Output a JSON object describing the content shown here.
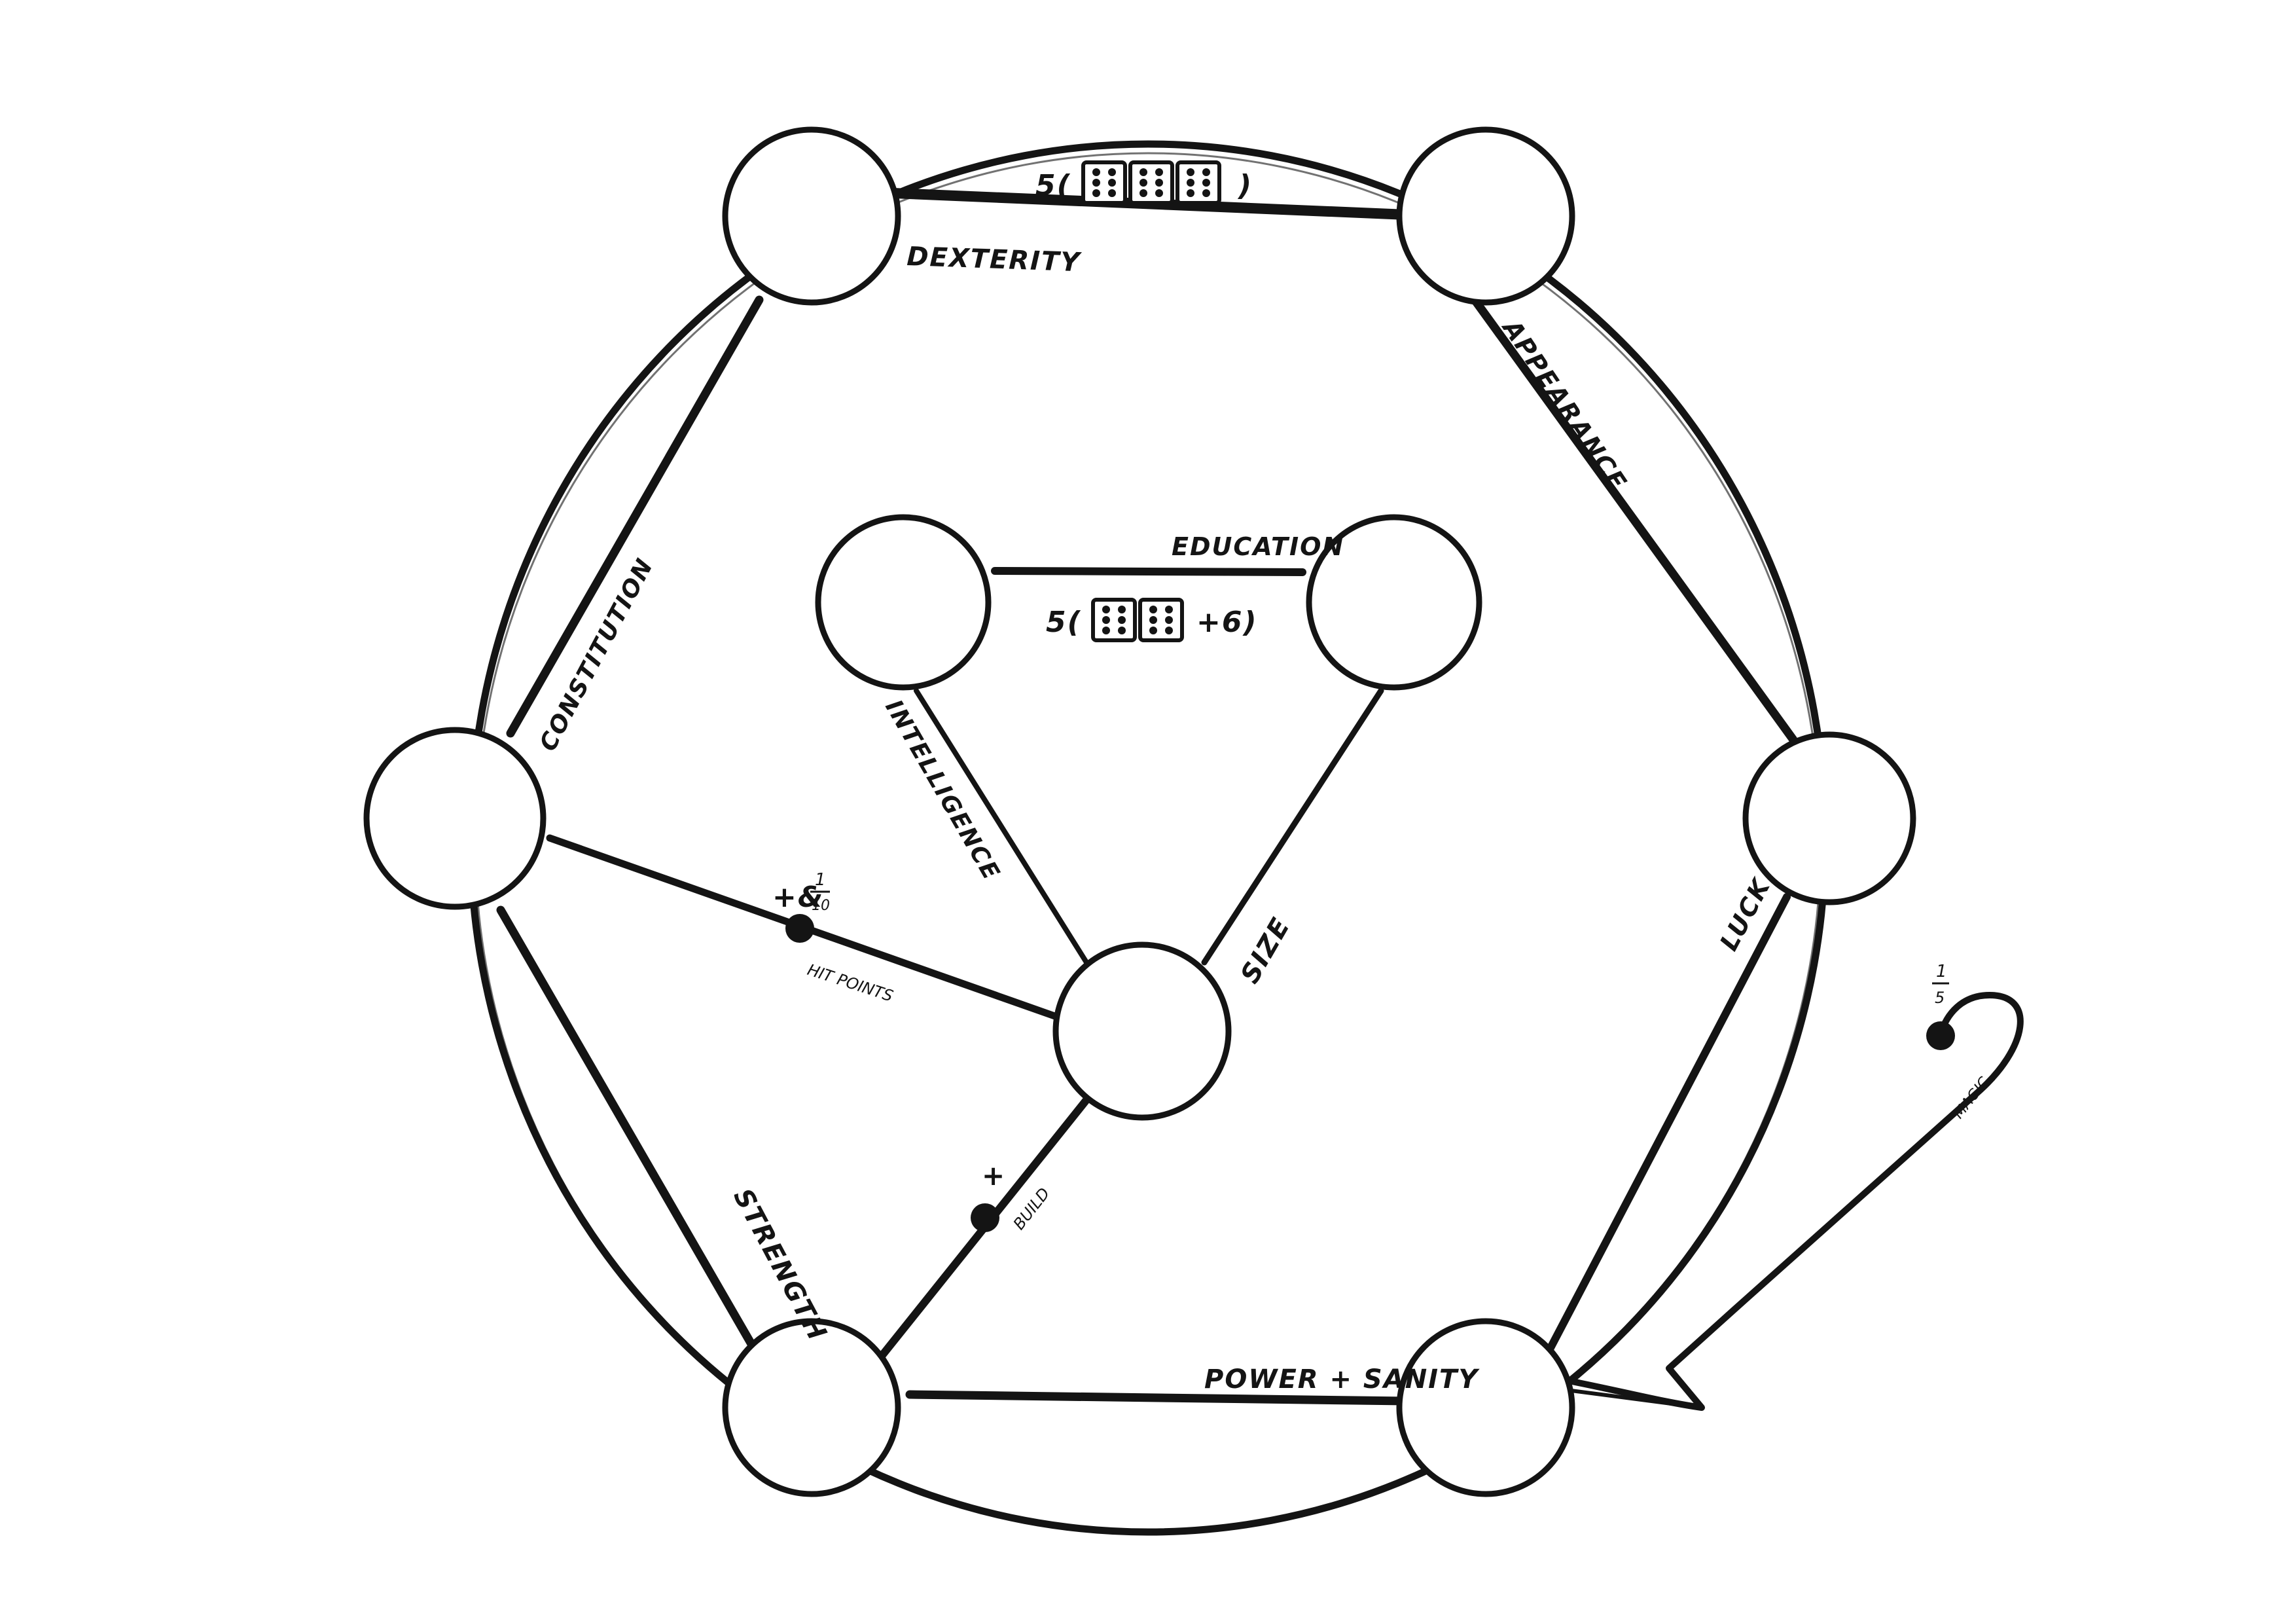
{
  "colors": {
    "ink": "#141414",
    "background": "#ffffff"
  },
  "labels": {
    "dexterity": "DEXTERITY",
    "appearance": "APPEARANCE",
    "constitution": "CONSTITUTION",
    "luck": "LUCK",
    "strength": "STRENGTH",
    "power_sanity": "POWER + SANITY",
    "education": "EDUCATION",
    "intelligence": "INTELLIGENCE",
    "size": "SIZE"
  },
  "formulas": {
    "outer_prefix": "5(",
    "outer_suffix": ")",
    "outer_dice": 3,
    "inner_prefix": "5(",
    "inner_suffix": "+6)",
    "inner_dice": 2
  },
  "derived": {
    "hit_points": {
      "label": "HIT POINTS",
      "op": "+&",
      "frac_num": "1",
      "frac_den": "10"
    },
    "build": {
      "label": "BUILD",
      "op": "+"
    },
    "magic": {
      "label": "MAGIC",
      "frac_num": "1",
      "frac_den": "5"
    }
  }
}
